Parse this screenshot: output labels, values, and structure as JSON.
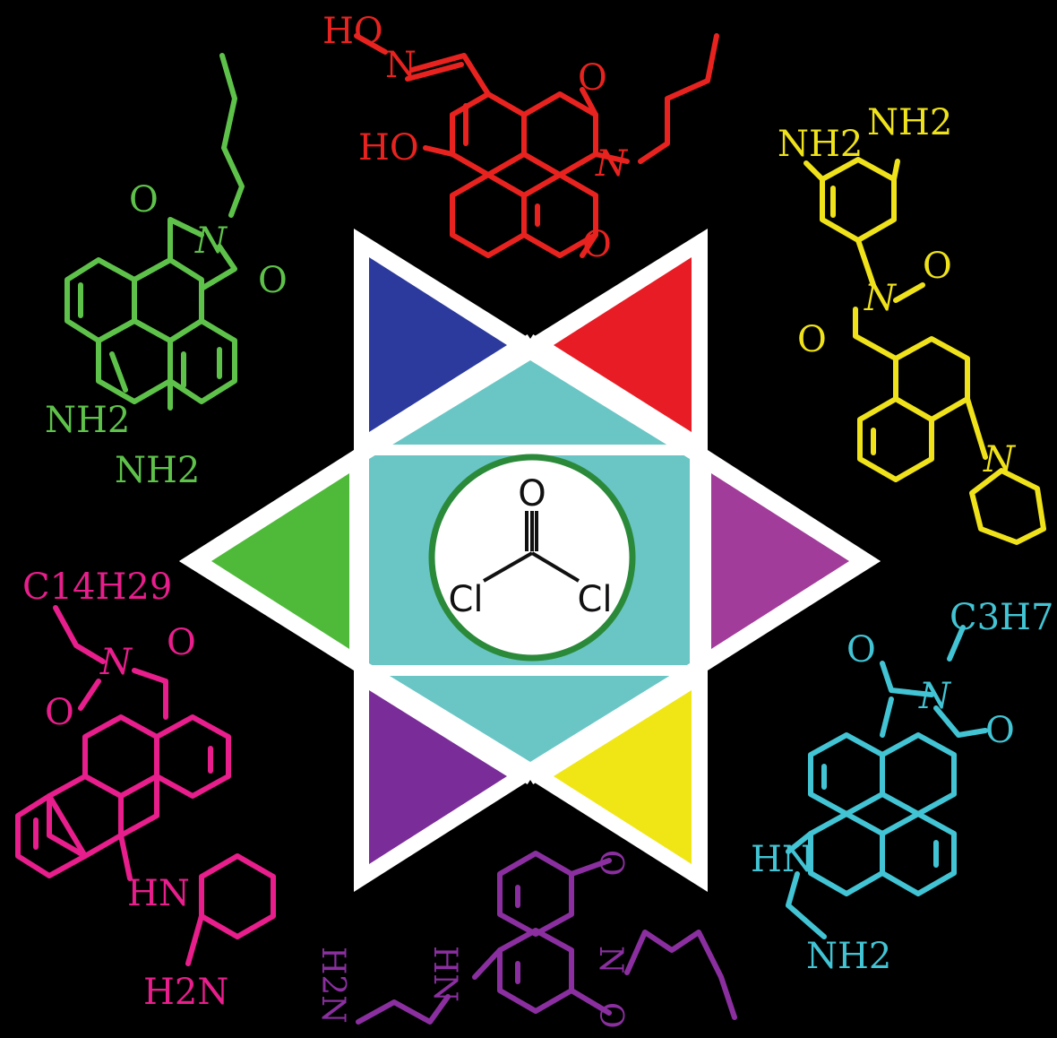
{
  "colors": {
    "background": "#000000",
    "green": "#5ec24a",
    "red": "#e8231f",
    "yellow": "#efe21b",
    "cyan": "#42c4d4",
    "purple": "#8b2fa0",
    "magenta": "#e81e8c",
    "star_blue": "#2b3a9c",
    "star_red": "#e81c24",
    "star_green": "#4fba3a",
    "star_magenta": "#a23c9a",
    "star_purple": "#7a2d99",
    "star_yellow": "#f0e616",
    "hexagon": "#6ac6c5",
    "outline": "#ffffff",
    "circle_ring": "#2b8a3a",
    "circle_fill": "#ffffff",
    "core_text": "#111111"
  },
  "center": {
    "molecule": "phosgene",
    "oxygen": "O",
    "chlorine_left": "Cl",
    "chlorine_right": "Cl"
  },
  "probes": {
    "green": {
      "oxygen_top": "O",
      "nitrogen": "N",
      "oxygen_right": "O",
      "amine_1": "NH2",
      "amine_2": "NH2"
    },
    "red": {
      "oxime": "HO",
      "oxime_n": "N",
      "hydroxyl": "HO",
      "oxygen_top": "O",
      "nitrogen": "N",
      "oxygen_bottom": "O"
    },
    "yellow": {
      "amine_1": "NH2",
      "amine_2": "NH2",
      "nitrogen": "N",
      "oxygen_right": "O",
      "oxygen_left": "O",
      "piperidine_n": "N"
    },
    "magenta": {
      "chain": "C14H29",
      "nitrogen": "N",
      "oxygen_right": "O",
      "oxygen_left": "O",
      "imine": "HN",
      "amine": "H2N"
    },
    "purple": {
      "amine": "H2N",
      "imine": "HN",
      "nitrogen": "N",
      "oxygen_top": "O",
      "oxygen_bottom": "O"
    },
    "cyan": {
      "oxygen_left": "O",
      "nitrogen": "N",
      "chain": "C3H7",
      "oxygen_right": "O",
      "hydrazine_hn": "HN",
      "hydrazine_nh2": "NH2"
    }
  }
}
